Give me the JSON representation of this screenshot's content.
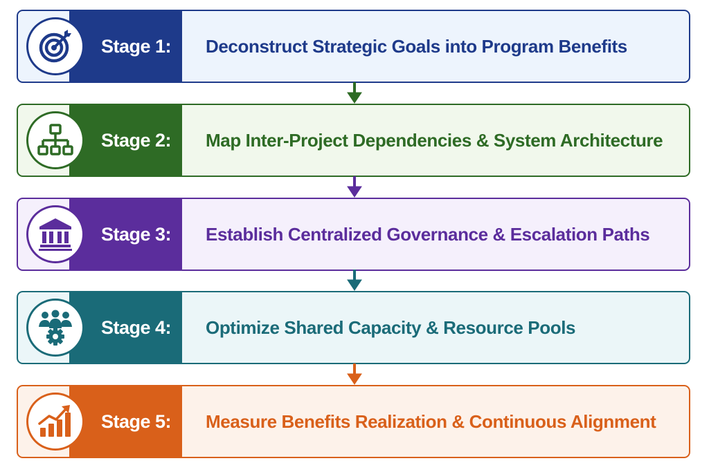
{
  "stages": [
    {
      "label": "Stage 1:",
      "text": "Deconstruct Strategic Goals into Program Benefits",
      "color": "#1e3a8a",
      "bg": "#edf4fd",
      "icon": "target-icon"
    },
    {
      "label": "Stage 2:",
      "text": "Map Inter-Project Dependencies & System Architecture",
      "color": "#2e6b25",
      "bg": "#f1f8ec",
      "icon": "org-chart-icon"
    },
    {
      "label": "Stage 3:",
      "text": "Establish Centralized Governance & Escalation Paths",
      "color": "#5b2d9c",
      "bg": "#f5f0fc",
      "icon": "institution-icon"
    },
    {
      "label": "Stage 4:",
      "text": "Optimize Shared Capacity & Resource Pools",
      "color": "#1a6b78",
      "bg": "#ebf6f8",
      "icon": "team-gear-icon"
    },
    {
      "label": "Stage 5:",
      "text": "Measure Benefits Realization & Continuous Alignment",
      "color": "#d9601a",
      "bg": "#fdf2ea",
      "icon": "growth-chart-icon"
    }
  ]
}
